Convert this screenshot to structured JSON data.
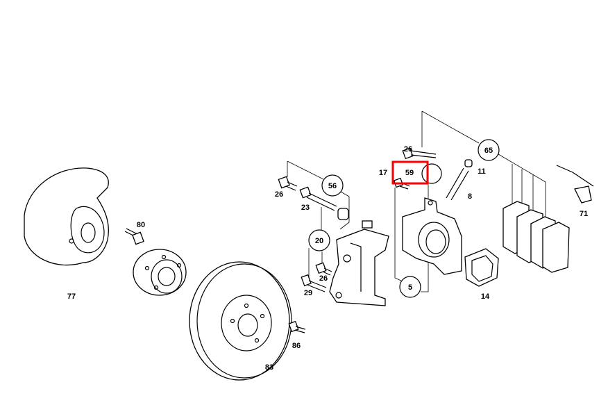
{
  "diagram": {
    "highlight_color": "#ff0000",
    "highlighted_part": "59",
    "labels": {
      "p26a": "26",
      "p17": "17",
      "p59": "59",
      "p11": "11",
      "p65": "65",
      "p8": "8",
      "p26b": "26",
      "p56": "56",
      "p23": "23",
      "p71": "71",
      "p80": "80",
      "p20": "20",
      "p26c": "26",
      "p29": "29",
      "p77": "77",
      "p14": "14",
      "p5": "5",
      "p83": "83",
      "p86": "86"
    }
  }
}
